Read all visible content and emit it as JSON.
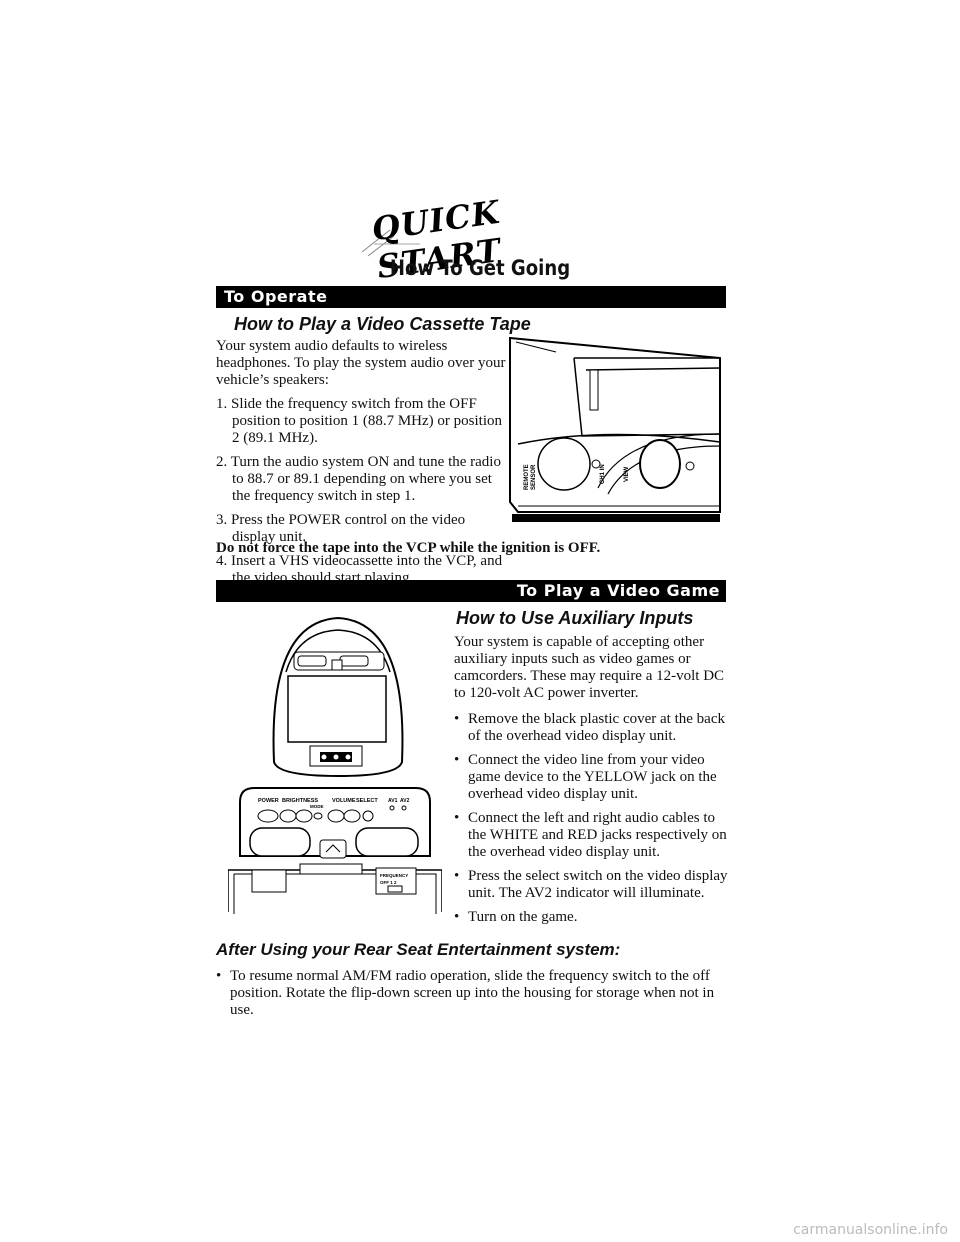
{
  "header": {
    "logo_text": "QUICK START",
    "page_title": "How To Get Going"
  },
  "operate": {
    "bar_label": "To Operate",
    "subhead": "How to Play a Video Cassette Tape",
    "intro": "Your system audio defaults to wireless headphones. To play the system audio over your vehicle’s speakers:",
    "steps": [
      "1. Slide the frequency switch from the OFF position to position 1 (88.7 MHz) or position 2 (89.1 MHz).",
      "2. Turn the audio system ON and tune the radio to 88.7 or 89.1 depending on where you set the frequency switch in step 1.",
      "3. Press the POWER control on the video display unit.",
      "4. Insert a VHS videocassette into the VCP, and the video should start playing."
    ],
    "warning": "Do not force the tape into the VCP while the ignition is OFF.",
    "vcp_labels": {
      "remote_sensor_1": "REMOTE",
      "remote_sensor_2": "SENSOR",
      "ch_in": "CH1 IN",
      "view": "VIEW"
    }
  },
  "game": {
    "bar_label": "To Play a Video Game",
    "subhead": "How to Use Auxiliary Inputs",
    "intro": "Your system is capable of accepting other auxiliary inputs such as video games or camcorders. These may require a 12-volt DC to 120-volt AC power inverter.",
    "bullet_glyph": "•",
    "bullets": [
      "Remove the black plastic cover at the back of the overhead video display unit.",
      "Connect the video line from your video game device to the YELLOW jack on the overhead video display unit.",
      "Connect the left and right audio cables to the WHITE and RED jacks respectively on the overhead video display unit.",
      "Press the select switch on the video display unit. The AV2 indicator will illuminate.",
      "Turn on the game."
    ],
    "panel_labels": {
      "power": "POWER",
      "brightness": "BRIGHTNESS",
      "mode": "MODE",
      "volume": "VOLUME",
      "select": "SELECT",
      "av1": "AV1",
      "av2": "AV2",
      "frequency": "FREQUENCY",
      "freq_positions": "OFF  1  2"
    }
  },
  "after": {
    "heading": "After Using your Rear Seat Entertainment system:",
    "bullets": [
      "To resume normal AM/FM radio operation, slide the frequency switch to the off position. Rotate the flip-down screen up into the housing for storage when not in use."
    ]
  },
  "footer": {
    "site": "carmanualsonline.info"
  }
}
